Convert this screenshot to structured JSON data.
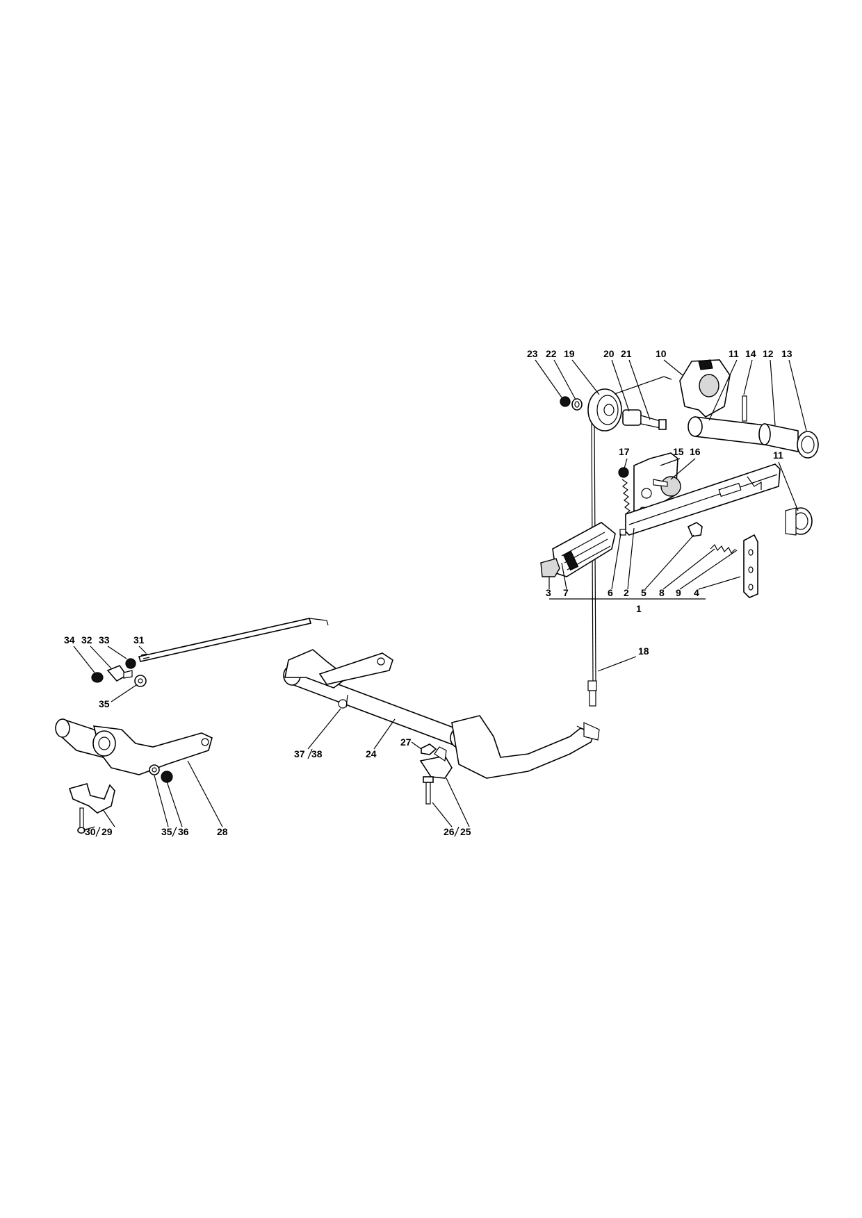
{
  "labels": {
    "l23": "23",
    "l22": "22",
    "l19": "19",
    "l20": "20",
    "l21": "21",
    "l10": "10",
    "l11a": "11",
    "l14": "14",
    "l12": "12",
    "l13": "13",
    "l17": "17",
    "l15": "15",
    "l16": "16",
    "l11b": "11",
    "l3": "3",
    "l7": "7",
    "l6": "6",
    "l2": "2",
    "l5": "5",
    "l8": "8",
    "l9": "9",
    "l4": "4",
    "l1": "1",
    "l18": "18",
    "l34": "34",
    "l32": "32",
    "l33": "33",
    "l31": "31",
    "l35a": "35",
    "l37": "37",
    "l38": "38",
    "l24": "24",
    "l27": "27",
    "l30": "30",
    "l29": "29",
    "l35b": "35",
    "l36": "36",
    "l28": "28",
    "l26": "26",
    "l25": "25"
  }
}
